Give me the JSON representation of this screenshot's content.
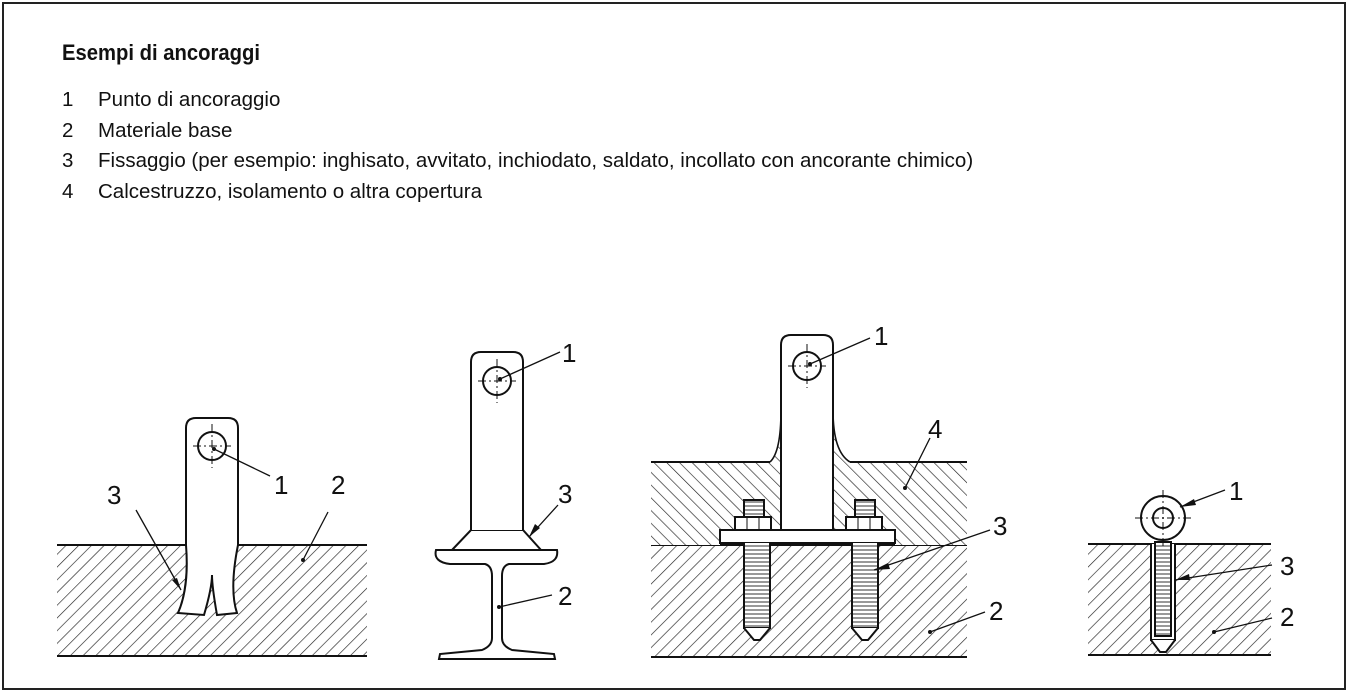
{
  "title": "Esempi di ancoraggi",
  "legend": [
    {
      "num": "1",
      "text": "Punto di ancoraggio"
    },
    {
      "num": "2",
      "text": "Materiale base"
    },
    {
      "num": "3",
      "text": "Fissaggio (per esempio: inghisato, avvitato, inchiodato, saldato, incollato con ancorante chimico)"
    },
    {
      "num": "4",
      "text": "Calcestruzzo, isolamento o altra copertura"
    }
  ],
  "labels": {
    "l1": "1",
    "l2": "2",
    "l3": "3",
    "l4": "4"
  }
}
